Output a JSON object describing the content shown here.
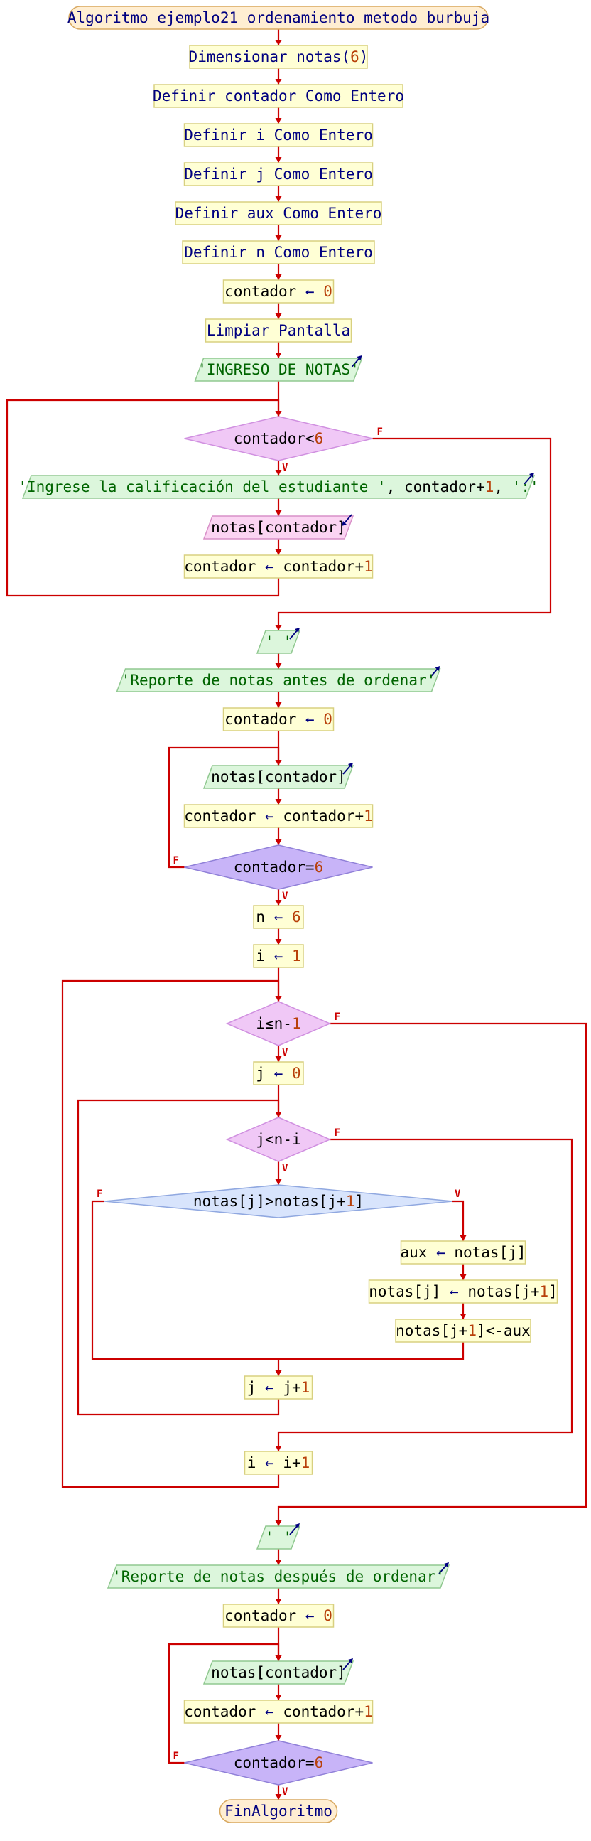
{
  "title": "Algoritmo ejemplo21_ordenamiento_metodo_burbuja",
  "end_label": "FinAlgoritmo",
  "branch_labels": {
    "true": "V",
    "false": "F"
  },
  "colors": {
    "line": "#cc0000",
    "process_fill": "#ffffd5",
    "process_border": "#d8d080",
    "io_fill": "#dcf6dc",
    "io_border": "#90c890",
    "read_fill": "#fbd4f2",
    "read_border": "#d890c8",
    "decision_while_fill": "#f0c8f6",
    "decision_repeat_fill": "#c8b4f8",
    "decision_if_fill": "#d8e4fc",
    "terminal_fill": "#ffeed2"
  },
  "nodes": [
    {
      "id": "title",
      "type": "terminal",
      "tokens": [
        [
          "Algoritmo ",
          "kw"
        ],
        [
          "ejemplo21_ordenamiento_metodo_burbuja",
          "kw"
        ]
      ]
    },
    {
      "id": "dim",
      "type": "process",
      "tokens": [
        [
          "Dimensionar ",
          "kw"
        ],
        [
          "notas",
          "kw"
        ],
        [
          "(",
          "kw"
        ],
        [
          "6",
          "num"
        ],
        [
          ")",
          "kw"
        ]
      ]
    },
    {
      "id": "def1",
      "type": "process",
      "tokens": [
        [
          "Definir contador Como Entero",
          "kw"
        ]
      ]
    },
    {
      "id": "def2",
      "type": "process",
      "tokens": [
        [
          "Definir i Como Entero",
          "kw"
        ]
      ]
    },
    {
      "id": "def3",
      "type": "process",
      "tokens": [
        [
          "Definir j Como Entero",
          "kw"
        ]
      ]
    },
    {
      "id": "def4",
      "type": "process",
      "tokens": [
        [
          "Definir aux Como Entero",
          "kw"
        ]
      ]
    },
    {
      "id": "def5",
      "type": "process",
      "tokens": [
        [
          "Definir n Como Entero",
          "kw"
        ]
      ]
    },
    {
      "id": "as1",
      "type": "process",
      "tokens": [
        [
          "contador ",
          "var"
        ],
        [
          "←",
          "op"
        ],
        [
          " ",
          "var"
        ],
        [
          "0",
          "num"
        ]
      ]
    },
    {
      "id": "clr",
      "type": "process",
      "tokens": [
        [
          "Limpiar Pantalla",
          "kw"
        ]
      ]
    },
    {
      "id": "w1",
      "type": "output",
      "tokens": [
        [
          "'INGRESO DE NOTAS'",
          "str"
        ]
      ]
    },
    {
      "id": "while1",
      "type": "decision_while",
      "tokens": [
        [
          "contador<",
          "var"
        ],
        [
          "6",
          "num"
        ]
      ]
    },
    {
      "id": "w2",
      "type": "output",
      "tokens": [
        [
          "'Ingrese la calificación del estudiante '",
          "str"
        ],
        [
          ", contador+",
          "var"
        ],
        [
          "1",
          "num"
        ],
        [
          ", ",
          "var"
        ],
        [
          "':'",
          "str"
        ]
      ]
    },
    {
      "id": "r1",
      "type": "input",
      "tokens": [
        [
          "notas[contador]",
          "var"
        ]
      ]
    },
    {
      "id": "as2",
      "type": "process",
      "tokens": [
        [
          "contador ",
          "var"
        ],
        [
          "←",
          "op"
        ],
        [
          " contador+",
          "var"
        ],
        [
          "1",
          "num"
        ]
      ]
    },
    {
      "id": "w3",
      "type": "output",
      "tokens": [
        [
          "' '",
          "str"
        ]
      ]
    },
    {
      "id": "w4",
      "type": "output",
      "tokens": [
        [
          "'Reporte de notas antes de ordenar'",
          "str"
        ]
      ]
    },
    {
      "id": "as3",
      "type": "process",
      "tokens": [
        [
          "contador ",
          "var"
        ],
        [
          "←",
          "op"
        ],
        [
          " ",
          "var"
        ],
        [
          "0",
          "num"
        ]
      ]
    },
    {
      "id": "w5",
      "type": "output",
      "tokens": [
        [
          "notas[contador]",
          "var"
        ]
      ]
    },
    {
      "id": "as4",
      "type": "process",
      "tokens": [
        [
          "contador ",
          "var"
        ],
        [
          "←",
          "op"
        ],
        [
          " contador+",
          "var"
        ],
        [
          "1",
          "num"
        ]
      ]
    },
    {
      "id": "rep1",
      "type": "decision_repeat",
      "tokens": [
        [
          "contador=",
          "var"
        ],
        [
          "6",
          "num"
        ]
      ]
    },
    {
      "id": "asn",
      "type": "process",
      "tokens": [
        [
          "n ",
          "var"
        ],
        [
          "←",
          "op"
        ],
        [
          " ",
          "var"
        ],
        [
          "6",
          "num"
        ]
      ]
    },
    {
      "id": "asi",
      "type": "process",
      "tokens": [
        [
          "i ",
          "var"
        ],
        [
          "←",
          "op"
        ],
        [
          " ",
          "var"
        ],
        [
          "1",
          "num"
        ]
      ]
    },
    {
      "id": "while2",
      "type": "decision_while",
      "tokens": [
        [
          "i≤n-",
          "var"
        ],
        [
          "1",
          "num"
        ]
      ]
    },
    {
      "id": "asj",
      "type": "process",
      "tokens": [
        [
          "j ",
          "var"
        ],
        [
          "←",
          "op"
        ],
        [
          " ",
          "var"
        ],
        [
          "0",
          "num"
        ]
      ]
    },
    {
      "id": "while3",
      "type": "decision_while",
      "tokens": [
        [
          "j<n-i",
          "var"
        ]
      ]
    },
    {
      "id": "if1",
      "type": "decision_if",
      "tokens": [
        [
          "notas[j]>notas[j+",
          "var"
        ],
        [
          "1",
          "num"
        ],
        [
          "]",
          "var"
        ]
      ]
    },
    {
      "id": "sw1",
      "type": "process",
      "tokens": [
        [
          "aux ",
          "var"
        ],
        [
          "←",
          "op"
        ],
        [
          " notas[j]",
          "var"
        ]
      ]
    },
    {
      "id": "sw2",
      "type": "process",
      "tokens": [
        [
          "notas[j] ",
          "var"
        ],
        [
          "←",
          "op"
        ],
        [
          " notas[j+",
          "var"
        ],
        [
          "1",
          "num"
        ],
        [
          "]",
          "var"
        ]
      ]
    },
    {
      "id": "sw3",
      "type": "process",
      "tokens": [
        [
          "notas[j+",
          "var"
        ],
        [
          "1",
          "num"
        ],
        [
          "]<-aux",
          "var"
        ]
      ]
    },
    {
      "id": "incj",
      "type": "process",
      "tokens": [
        [
          "j ",
          "var"
        ],
        [
          "←",
          "op"
        ],
        [
          " j+",
          "var"
        ],
        [
          "1",
          "num"
        ]
      ]
    },
    {
      "id": "inci",
      "type": "process",
      "tokens": [
        [
          "i ",
          "var"
        ],
        [
          "←",
          "op"
        ],
        [
          " i+",
          "var"
        ],
        [
          "1",
          "num"
        ]
      ]
    },
    {
      "id": "w6",
      "type": "output",
      "tokens": [
        [
          "' '",
          "str"
        ]
      ]
    },
    {
      "id": "w7",
      "type": "output",
      "tokens": [
        [
          "'Reporte de notas después de ordenar'",
          "str"
        ]
      ]
    },
    {
      "id": "as5",
      "type": "process",
      "tokens": [
        [
          "contador ",
          "var"
        ],
        [
          "←",
          "op"
        ],
        [
          " ",
          "var"
        ],
        [
          "0",
          "num"
        ]
      ]
    },
    {
      "id": "w8",
      "type": "output",
      "tokens": [
        [
          "notas[contador]",
          "var"
        ]
      ]
    },
    {
      "id": "as6",
      "type": "process",
      "tokens": [
        [
          "contador ",
          "var"
        ],
        [
          "←",
          "op"
        ],
        [
          " contador+",
          "var"
        ],
        [
          "1",
          "num"
        ]
      ]
    },
    {
      "id": "rep2",
      "type": "decision_repeat",
      "tokens": [
        [
          "contador=",
          "var"
        ],
        [
          "6",
          "num"
        ]
      ]
    },
    {
      "id": "end",
      "type": "terminal",
      "tokens": [
        [
          "FinAlgoritmo",
          "kw"
        ]
      ]
    }
  ]
}
